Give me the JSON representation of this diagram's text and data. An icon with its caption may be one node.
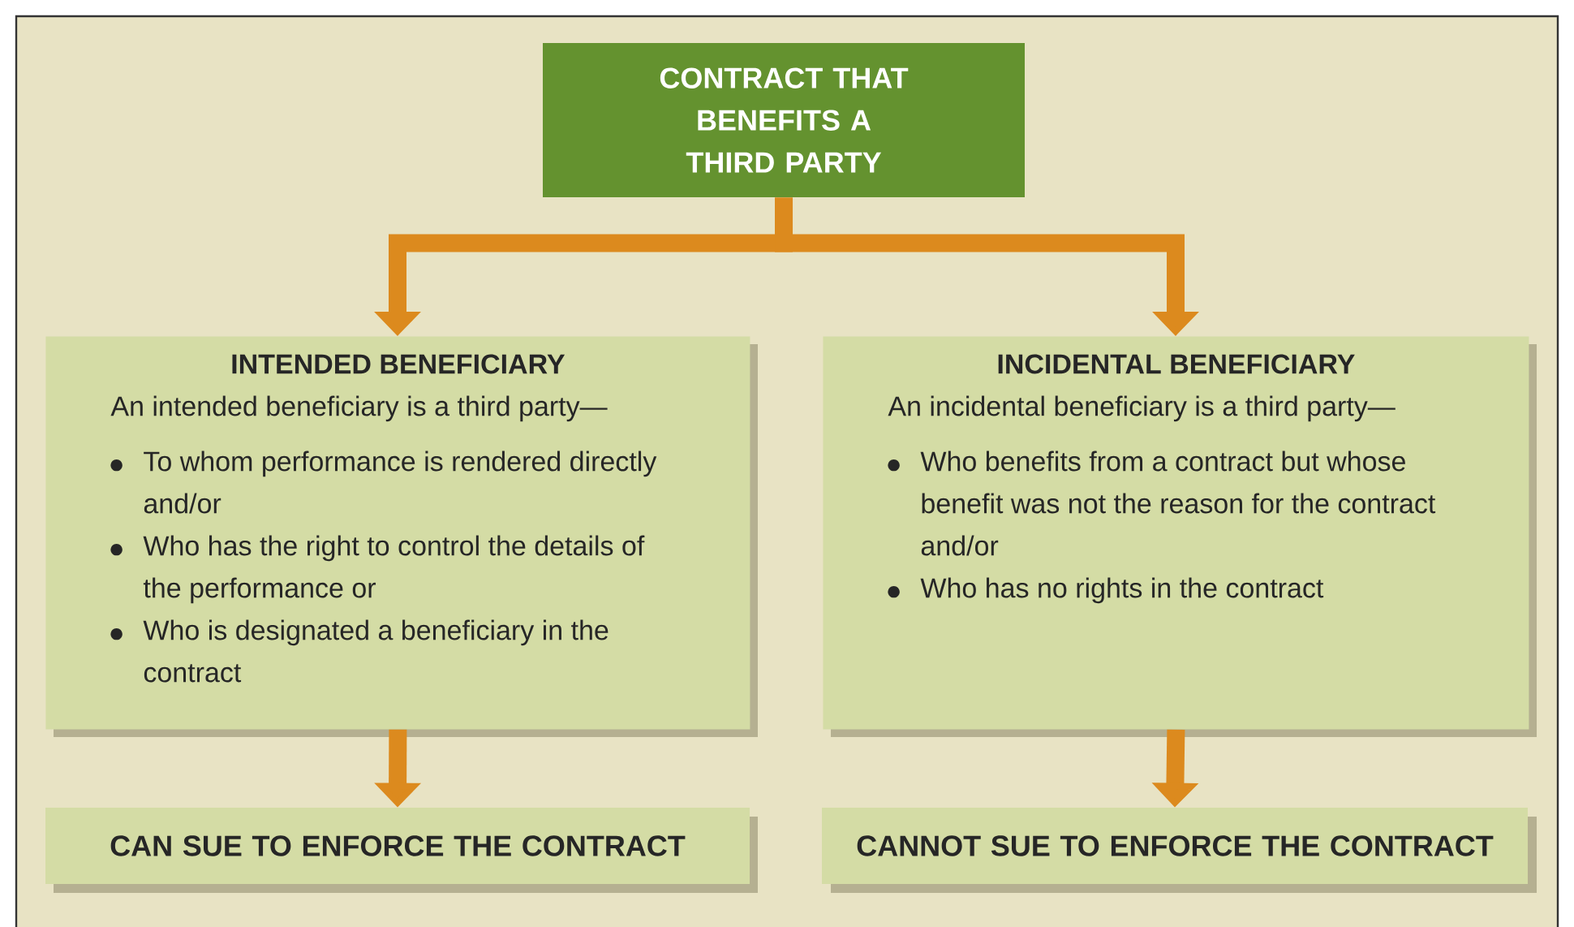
{
  "diagram": {
    "nodes": [
      {
        "text": [
          "CONTRACT THAT BENEFITS A THIRD PARTY"
        ]
      },
      {
        "text": [
          "INTENDED BENEFICIARY",
          "An intended beneficiary is a third party—",
          "To whom performance is rendered directly and/or",
          "Who has the right to control the details of the performance or",
          "Who is designated a beneficiary in the contract"
        ]
      },
      {
        "text": [
          "INCIDENTAL BENEFICIARY",
          "An incidental beneficiary is a third party—",
          "Who benefits from a contract but whose benefit was not the reason for the contract and/or",
          "Who has no rights in the contract"
        ]
      },
      {
        "text": [
          "CAN SUE TO ENFORCE THE CONTRACT"
        ]
      },
      {
        "text": [
          "CANNOT SUE TO ENFORCE THE CONTRACT"
        ]
      }
    ],
    "edges": [
      {
        "from": 0,
        "to": 1,
        "arrow": "to"
      },
      {
        "from": 0,
        "to": 2,
        "arrow": "to"
      },
      {
        "from": 1,
        "to": 3,
        "arrow": "to"
      },
      {
        "from": 2,
        "to": 4,
        "arrow": "to"
      }
    ]
  }
}
